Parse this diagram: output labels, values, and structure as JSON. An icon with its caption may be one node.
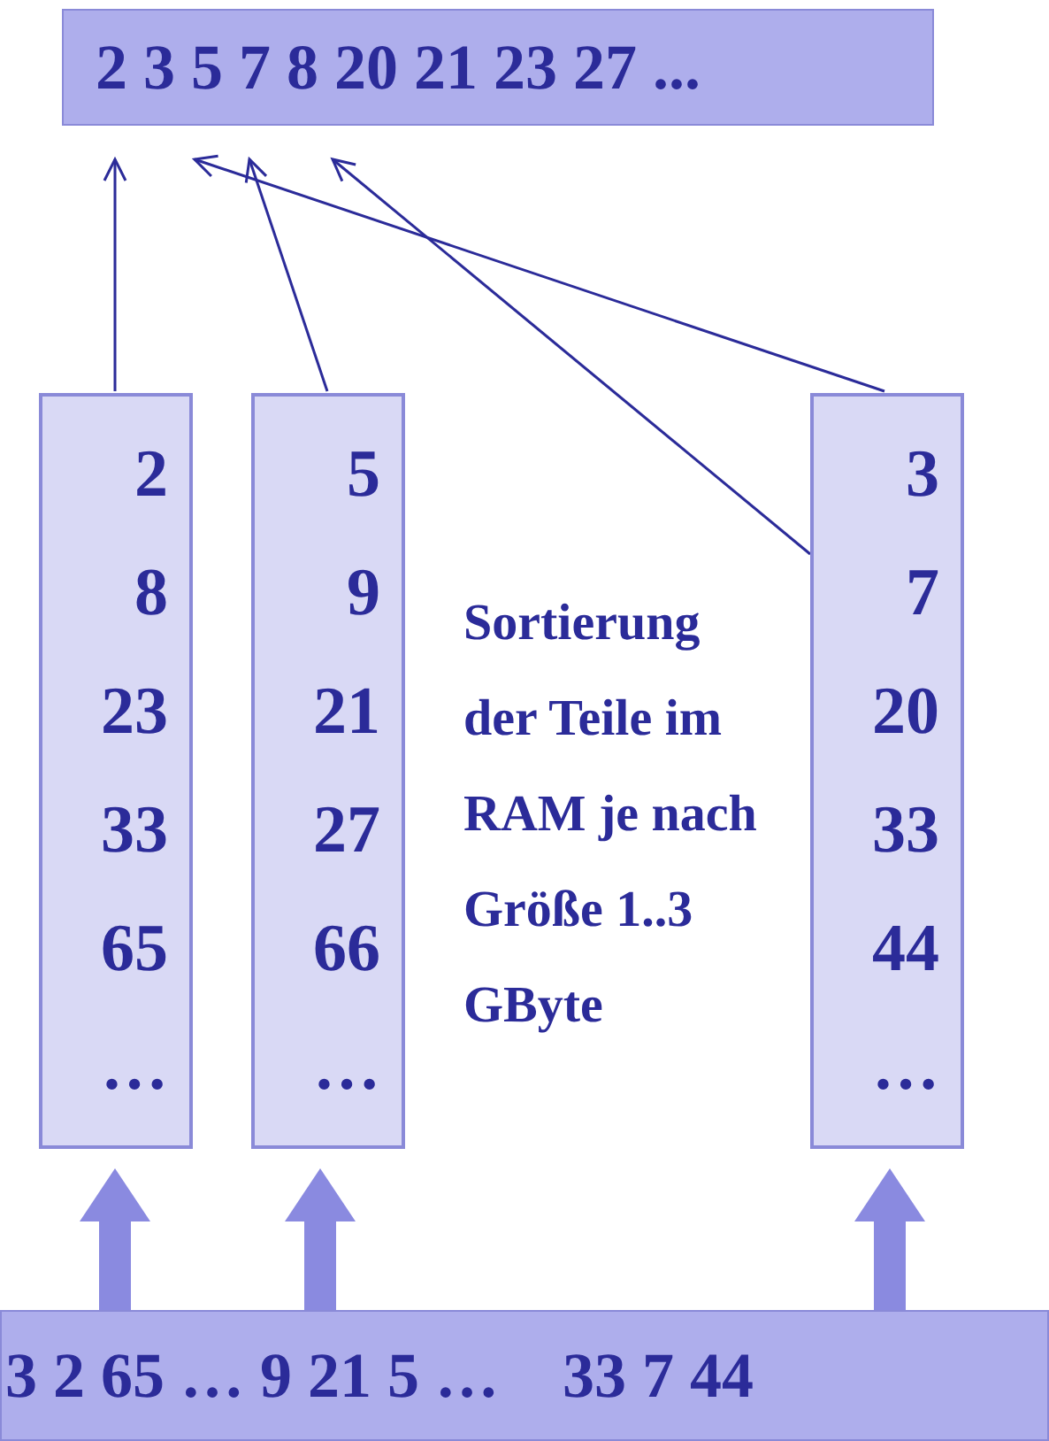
{
  "diagram": {
    "nodes": [
      {
        "text": [
          "2 3 5 7 8 20 21 23 27 ..."
        ]
      },
      {
        "text": [
          "2",
          "8",
          "23",
          "33",
          "65",
          "…"
        ]
      },
      {
        "text": [
          "5",
          "9",
          "21",
          "27",
          "66",
          "…"
        ]
      },
      {
        "text": [
          "3",
          "7",
          "20",
          "33",
          "44",
          "…"
        ]
      },
      {
        "text": [
          "3 2 65 … 9 21 5 …    33 7 44"
        ]
      }
    ],
    "edges": [
      {
        "from": 1,
        "to": 0,
        "arrow": "to"
      },
      {
        "from": 2,
        "to": 0,
        "arrow": "to"
      },
      {
        "from": 3,
        "to": 0,
        "arrow": "to"
      },
      {
        "from": 3,
        "to": 0,
        "arrow": "to"
      },
      {
        "from": 4,
        "to": 1,
        "arrow": "to",
        "style": "thick",
        "color": "#8a8ae0"
      },
      {
        "from": 4,
        "to": 2,
        "arrow": "to",
        "style": "thick",
        "color": "#8a8ae0"
      },
      {
        "from": 4,
        "to": 3,
        "arrow": "to",
        "style": "thick",
        "color": "#8a8ae0"
      }
    ],
    "labels": [
      "Sortierung der Teile im RAM je nach Größe 1..3 GByte"
    ]
  }
}
